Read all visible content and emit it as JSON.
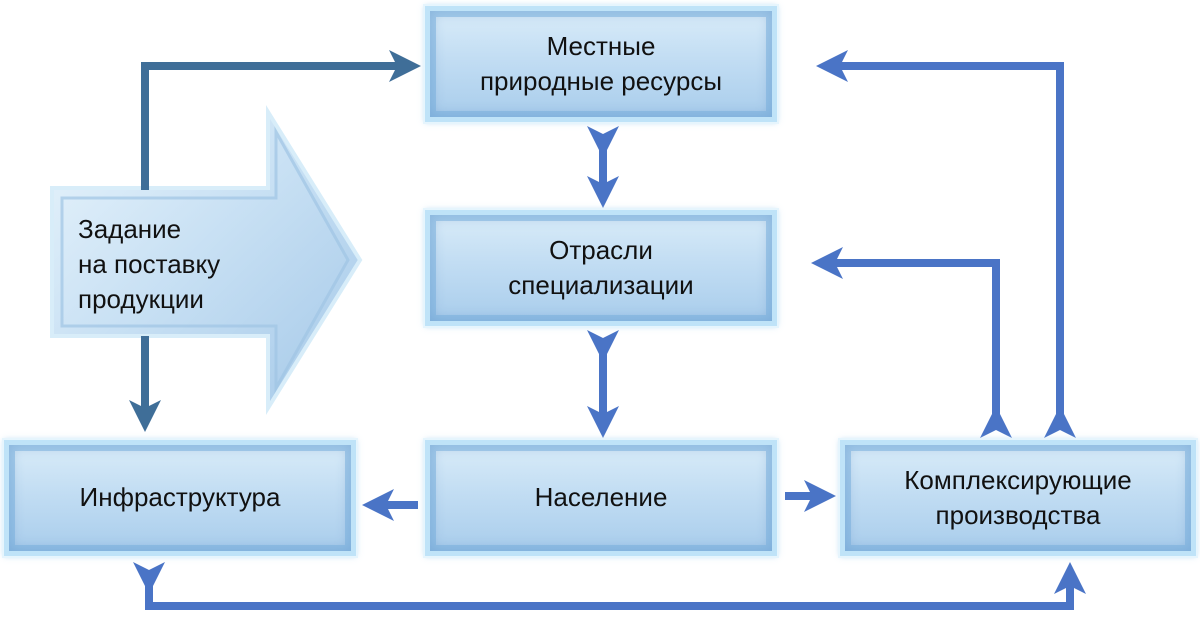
{
  "diagram": {
    "nodes": {
      "resources": "Местные\nприродные ресурсы",
      "specialization": "Отрасли\nспециализации",
      "infrastructure": "Инфраструктура",
      "population": "Население",
      "complex": "Комплексирующие\nпроизводства"
    },
    "task_arrow_label": "Задание\nна поставку\nпродукции",
    "colors": {
      "arrow_main": "#4a74c6",
      "arrow_dark": "#3f6e98",
      "box_fill": "#c2ddf3",
      "box_border": "#bfe3f8"
    }
  }
}
